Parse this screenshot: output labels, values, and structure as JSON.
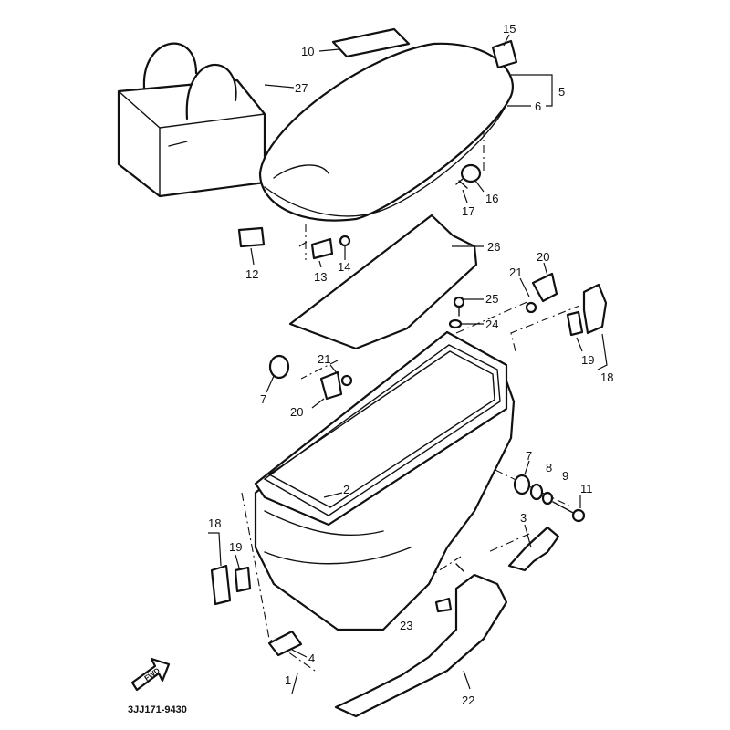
{
  "diagram": {
    "part_numbers": {
      "p1": "1",
      "p2": "2",
      "p3": "3",
      "p4": "4",
      "p5": "5",
      "p6": "6",
      "p7a": "7",
      "p7b": "7",
      "p8": "8",
      "p9": "9",
      "p10": "10",
      "p11": "11",
      "p12": "12",
      "p13": "13",
      "p14": "14",
      "p15": "15",
      "p16": "16",
      "p17": "17",
      "p18a": "18",
      "p18b": "18",
      "p19a": "19",
      "p19b": "19",
      "p20a": "20",
      "p20b": "20",
      "p21a": "21",
      "p21b": "21",
      "p22": "22",
      "p23": "23",
      "p24": "24",
      "p25": "25",
      "p26": "26",
      "p27": "27"
    },
    "forward_arrow": "FWD",
    "drawing_code": "3JJ171-9430",
    "line_color": "#111111",
    "background": "#ffffff"
  }
}
